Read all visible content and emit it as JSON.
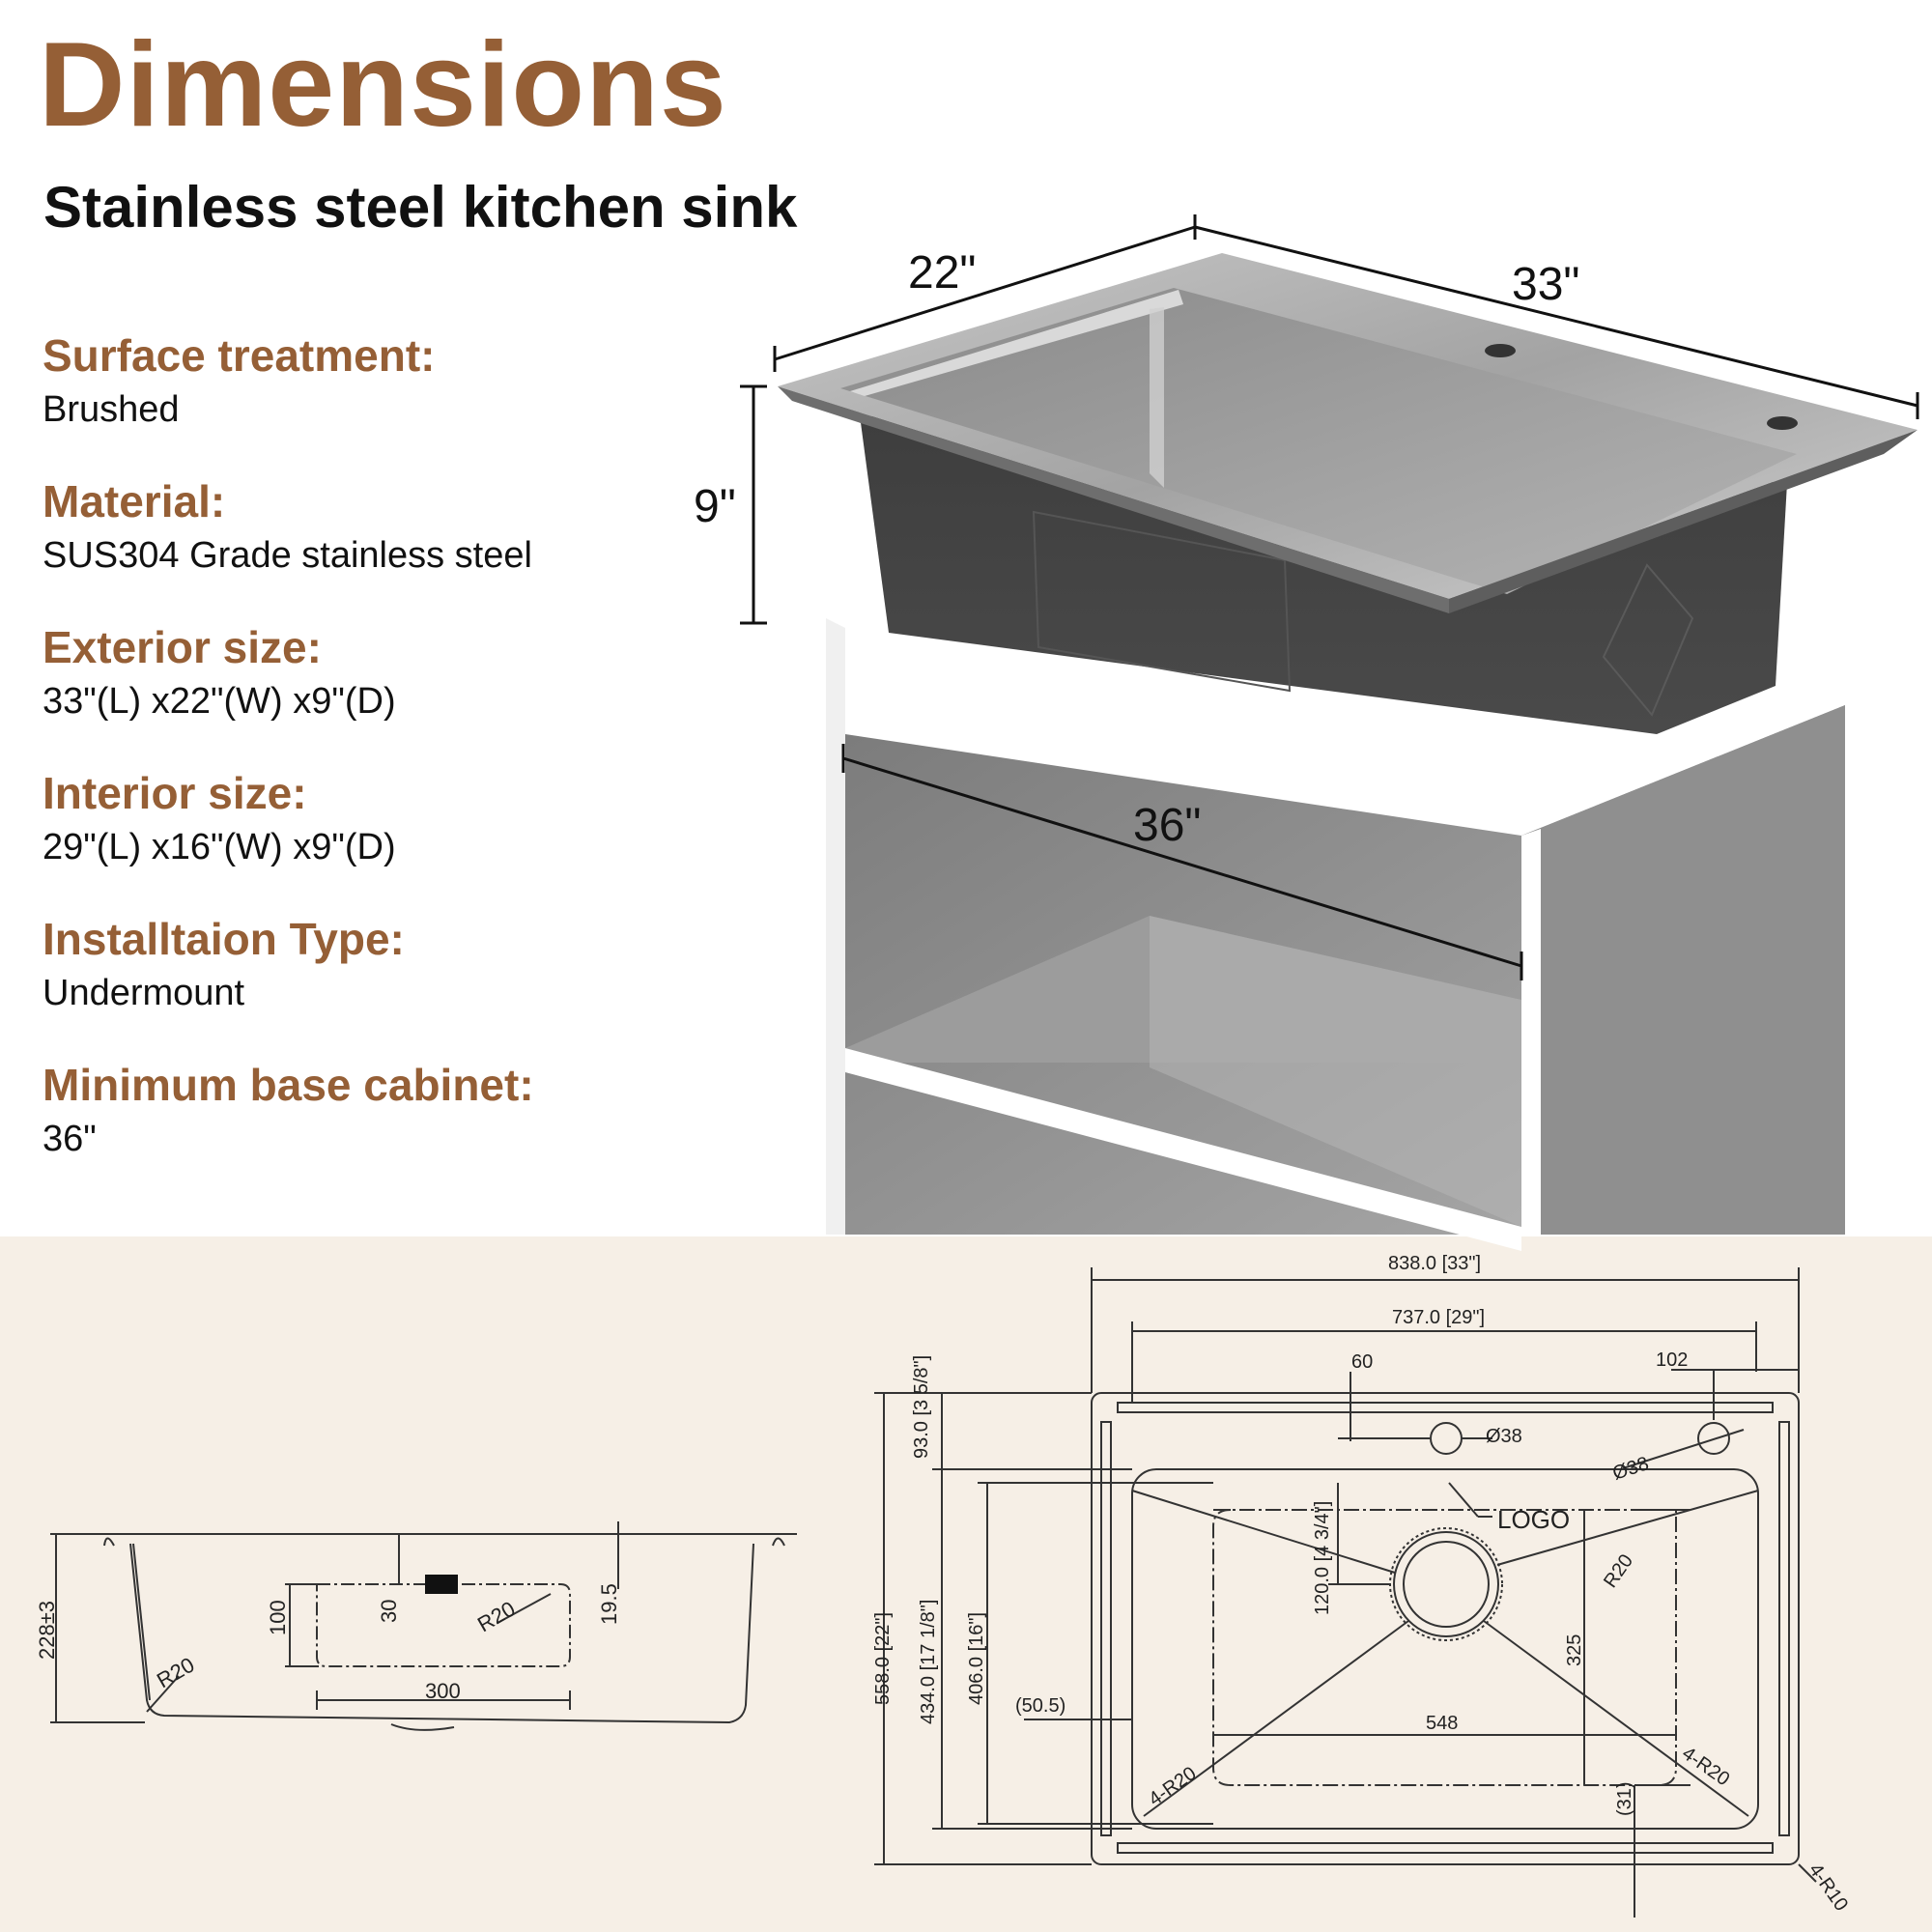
{
  "header": {
    "title": "Dimensions",
    "subtitle": "Stainless steel kitchen sink"
  },
  "specs": [
    {
      "label": "Surface treatment:",
      "value": "Brushed"
    },
    {
      "label": "Material:",
      "value": "SUS304 Grade stainless steel"
    },
    {
      "label": "Exterior size:",
      "value": "33\"(L) x22\"(W) x9\"(D)"
    },
    {
      "label": "Interior size:",
      "value": "29\"(L) x16\"(W) x9\"(D)"
    },
    {
      "label": "Installtaion Type:",
      "value": "Undermount"
    },
    {
      "label": "Minimum base cabinet:",
      "value": "36\""
    }
  ],
  "render": {
    "width": "22\"",
    "length": "33\"",
    "depth": "9\"",
    "cabinet": "36\""
  },
  "side_view": {
    "height": "228±3",
    "drain_h": "100",
    "offset": "30",
    "radius_drain": "R20",
    "top_offset": "19.5",
    "radius_corner": "R20",
    "drain_w": "300"
  },
  "plan_view": {
    "overall_length": "838.0 [33\"]",
    "interior_length": "737.0 [29\"]",
    "faucet_offset": "60",
    "faucet_right": "102",
    "hole1": "Ø38",
    "hole2": "Ø38",
    "logo": "LOGO",
    "overall_width": "558.0 [22\"]",
    "deck_depth": "93.0 [3 5/8\"]",
    "interior_width_1": "434.0 [17 1/8\"]",
    "interior_width_2": "406.0 [16\"]",
    "drain_offset": "120.0 [4 3/4\"]",
    "left_margin": "(50.5)",
    "drain_span": "548",
    "drain_depth": "325",
    "radius_top": "R20",
    "corner_left": "4-R20",
    "corner_right": "4-R20",
    "bottom_offset": "(31)",
    "outer_corner": "4-R10"
  }
}
